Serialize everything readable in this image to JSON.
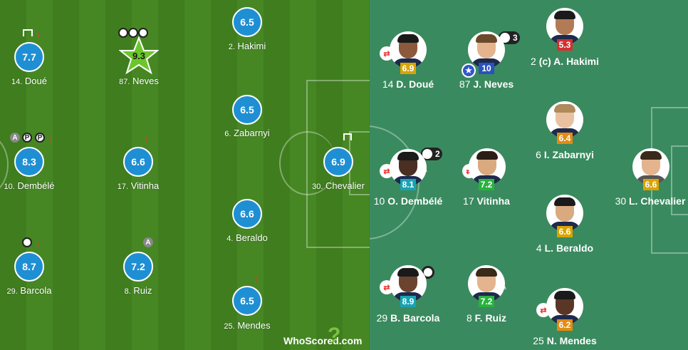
{
  "brand": {
    "label": "WhoScored.com"
  },
  "left_players": [
    {
      "num": "14.",
      "name": "Doué",
      "rating": "7.7"
    },
    {
      "num": "87.",
      "name": "Neves",
      "rating": "9.3"
    },
    {
      "num": "2.",
      "name": "Hakimi",
      "rating": "6.5"
    },
    {
      "num": "10.",
      "name": "Dembélé",
      "rating": "8.3"
    },
    {
      "num": "17.",
      "name": "Vitinha",
      "rating": "6.6"
    },
    {
      "num": "6.",
      "name": "Zabarnyi",
      "rating": "6.5"
    },
    {
      "num": "30.",
      "name": "Chevalier",
      "rating": "6.9"
    },
    {
      "num": "29.",
      "name": "Barcola",
      "rating": "8.7"
    },
    {
      "num": "8.",
      "name": "Ruiz",
      "rating": "7.2"
    },
    {
      "num": "4.",
      "name": "Beraldo",
      "rating": "6.6"
    },
    {
      "num": "25.",
      "name": "Mendes",
      "rating": "6.5"
    }
  ],
  "left_icons": {
    "assist": "A",
    "penalty": "P"
  },
  "right_players": [
    {
      "num": "14",
      "name": "D. Doué",
      "rating": "6.9",
      "color": "#d9a400"
    },
    {
      "num": "87",
      "name": "J. Neves",
      "rating": "10",
      "color": "#2a52be"
    },
    {
      "num": "2",
      "name": "(c) A. Hakimi",
      "rating": "5.3",
      "color": "#d62e2e"
    },
    {
      "num": "6",
      "name": "I. Zabarnyi",
      "rating": "6.4",
      "color": "#e38b12"
    },
    {
      "num": "10",
      "name": "O. Dembélé",
      "rating": "8.1",
      "color": "#19a3b3"
    },
    {
      "num": "17",
      "name": "Vitinha",
      "rating": "7.2",
      "color": "#27b33c"
    },
    {
      "num": "30",
      "name": "L. Chevalier",
      "rating": "6.6",
      "color": "#d9a400"
    },
    {
      "num": "4",
      "name": "L. Beraldo",
      "rating": "6.6",
      "color": "#d9a400"
    },
    {
      "num": "29",
      "name": "B. Barcola",
      "rating": "8.9",
      "color": "#19a3b3"
    },
    {
      "num": "8",
      "name": "F. Ruiz",
      "rating": "7.2",
      "color": "#27b33c"
    },
    {
      "num": "25",
      "name": "N. Mendes",
      "rating": "6.2",
      "color": "#e38b12"
    }
  ],
  "right_goals": {
    "neves": "3",
    "dembele": "2"
  }
}
